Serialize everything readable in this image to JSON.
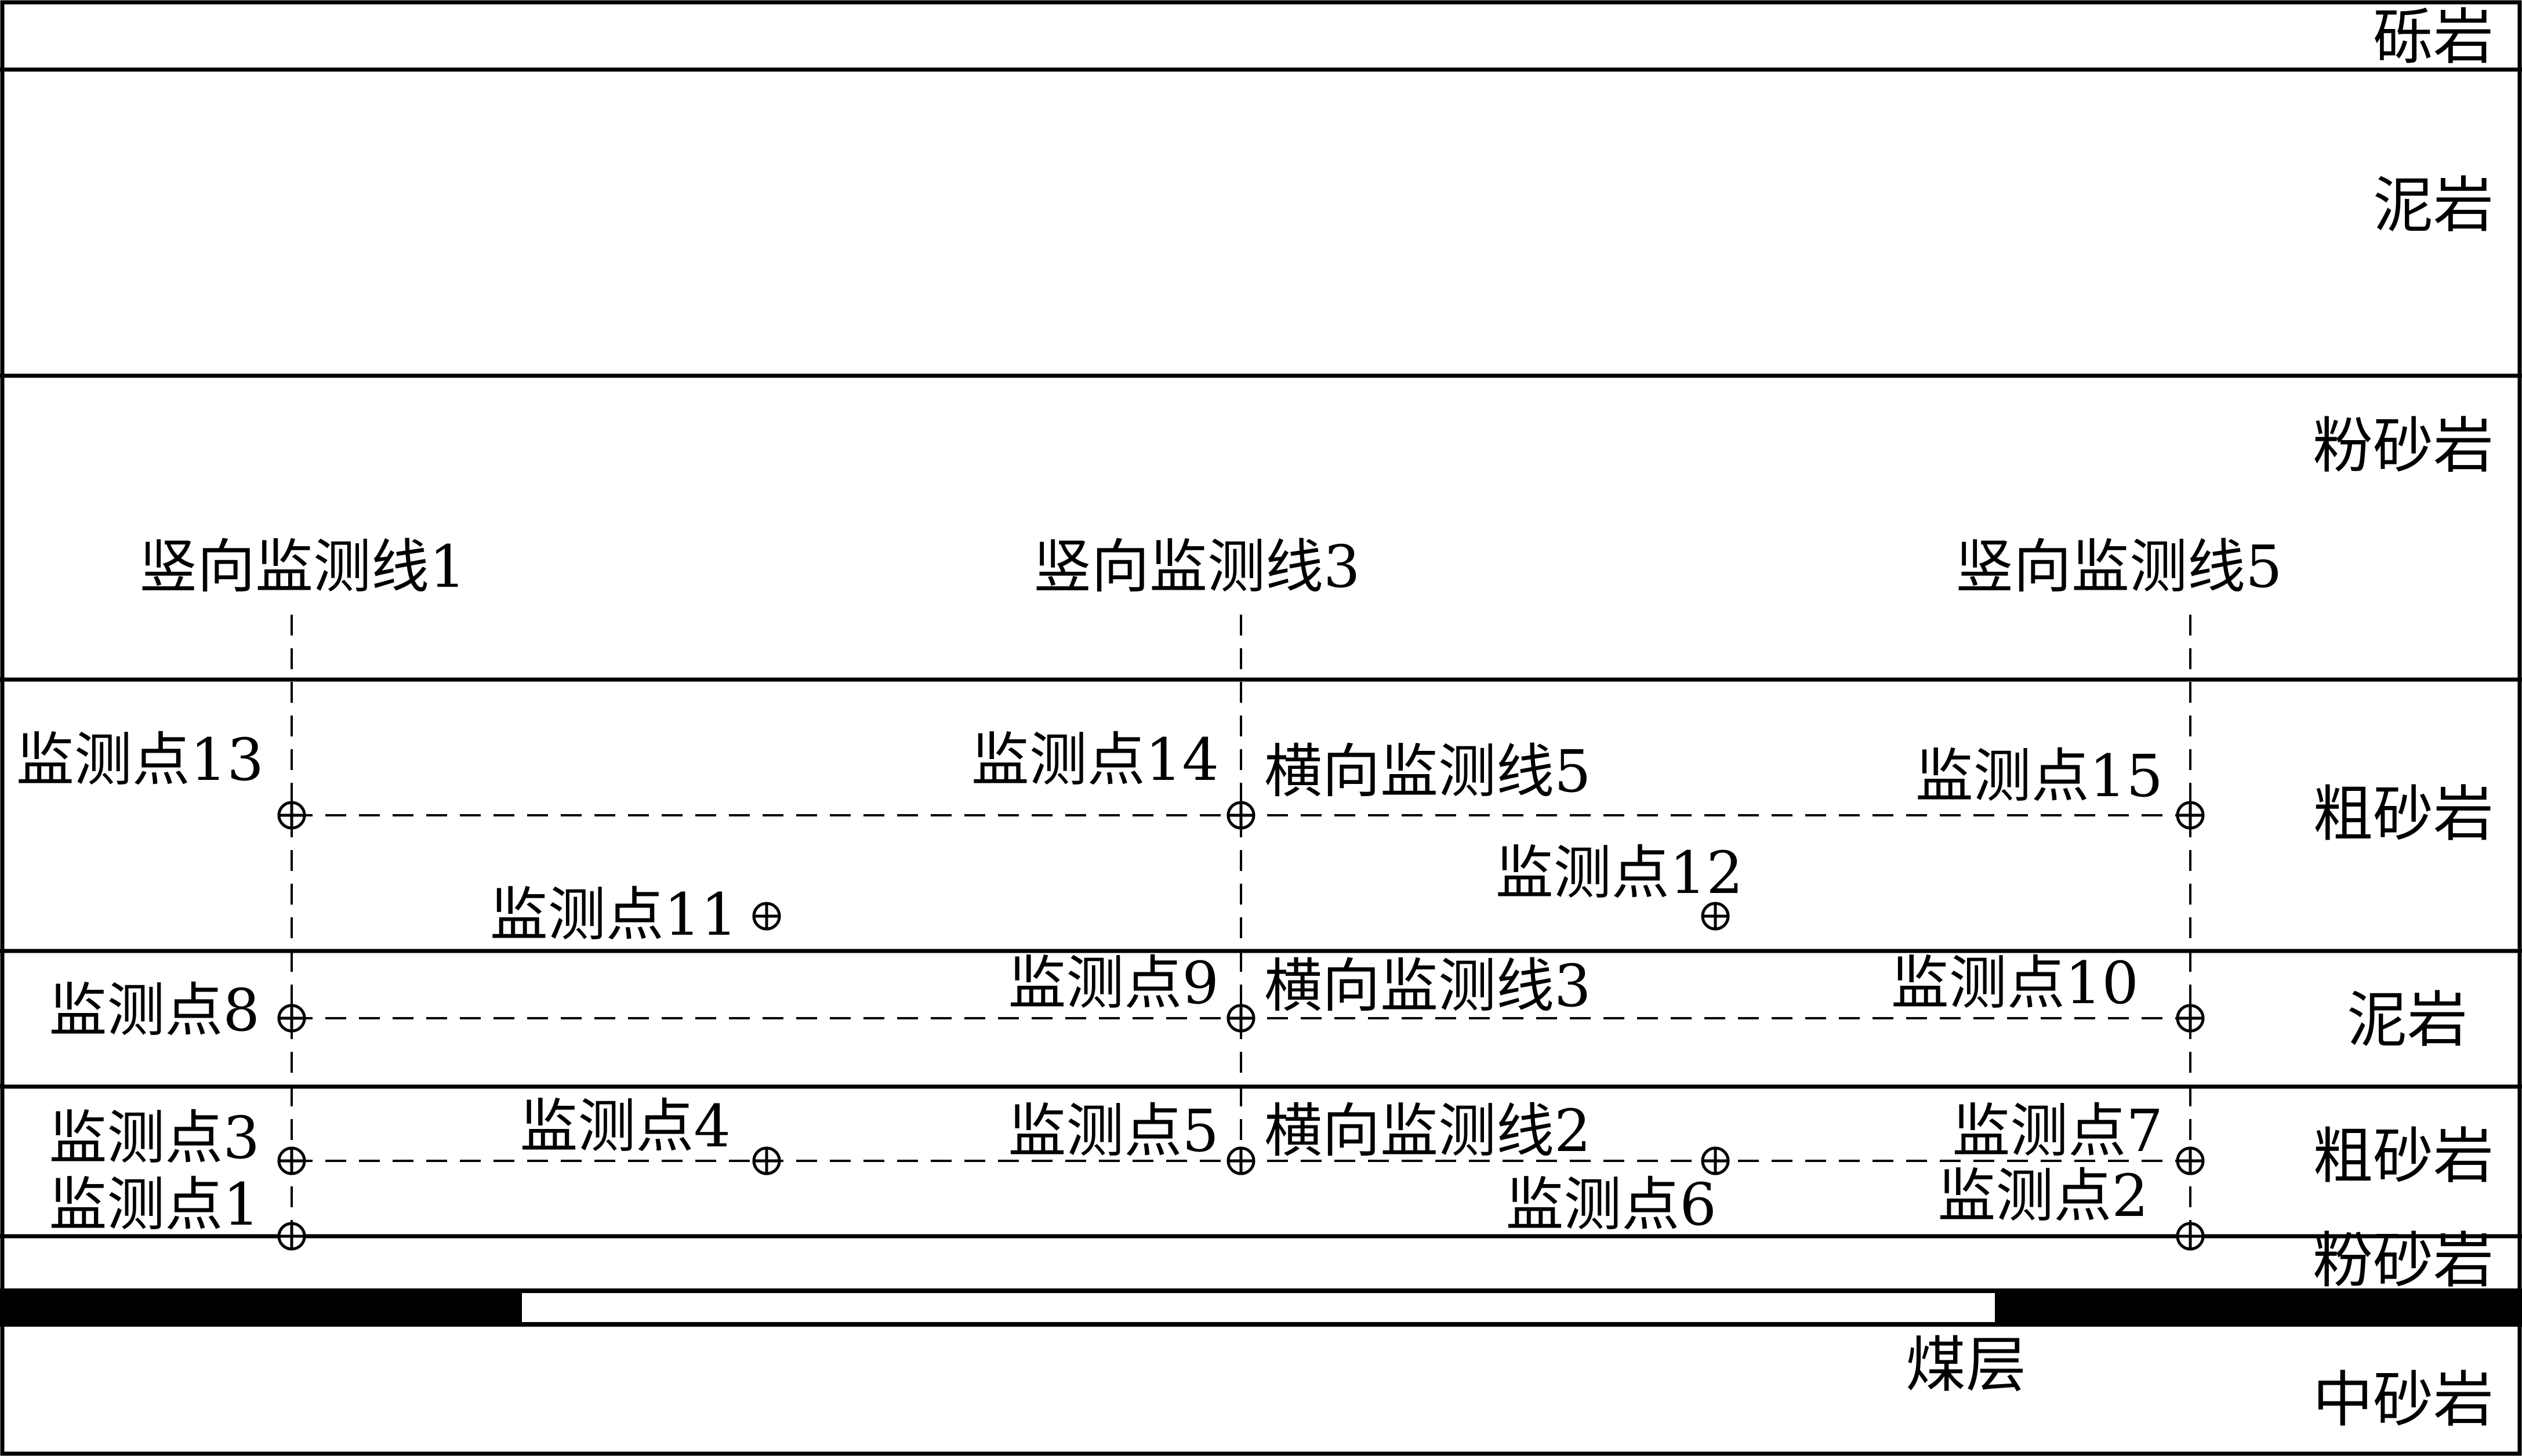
{
  "strata": [
    {
      "key": "conglomerate",
      "label": "砾岩"
    },
    {
      "key": "mudstone_top",
      "label": "泥岩"
    },
    {
      "key": "siltstone_top",
      "label": "粉砂岩"
    },
    {
      "key": "coarse_sandstone_upper",
      "label": "粗砂岩"
    },
    {
      "key": "mudstone_mid",
      "label": "泥岩"
    },
    {
      "key": "coarse_sandstone_lower",
      "label": "粗砂岩"
    },
    {
      "key": "siltstone_bottom",
      "label": "粉砂岩"
    },
    {
      "key": "medium_sandstone",
      "label": "中砂岩"
    }
  ],
  "coal_seam": {
    "label": "煤层",
    "fill": "#000000"
  },
  "vertical_lines": [
    {
      "id": "v1",
      "label": "竖向监测线1"
    },
    {
      "id": "v3",
      "label": "竖向监测线3"
    },
    {
      "id": "v5",
      "label": "竖向监测线5"
    }
  ],
  "horizontal_lines": [
    {
      "id": "h5",
      "label": "横向监测线5"
    },
    {
      "id": "h3",
      "label": "横向监测线3"
    },
    {
      "id": "h2",
      "label": "横向监测线2"
    }
  ],
  "points": [
    {
      "id": "p1",
      "label": "监测点1"
    },
    {
      "id": "p2",
      "label": "监测点2"
    },
    {
      "id": "p3",
      "label": "监测点3"
    },
    {
      "id": "p4",
      "label": "监测点4"
    },
    {
      "id": "p5",
      "label": "监测点5"
    },
    {
      "id": "p6",
      "label": "监测点6"
    },
    {
      "id": "p7",
      "label": "监测点7"
    },
    {
      "id": "p8",
      "label": "监测点8"
    },
    {
      "id": "p9",
      "label": "监测点9"
    },
    {
      "id": "p10",
      "label": "监测点10"
    },
    {
      "id": "p11",
      "label": "监测点11"
    },
    {
      "id": "p12",
      "label": "监测点12"
    },
    {
      "id": "p13",
      "label": "监测点13"
    },
    {
      "id": "p14",
      "label": "监测点14"
    },
    {
      "id": "p15",
      "label": "监测点15"
    }
  ],
  "colors": {
    "line": "#000000",
    "background": "#ffffff"
  }
}
